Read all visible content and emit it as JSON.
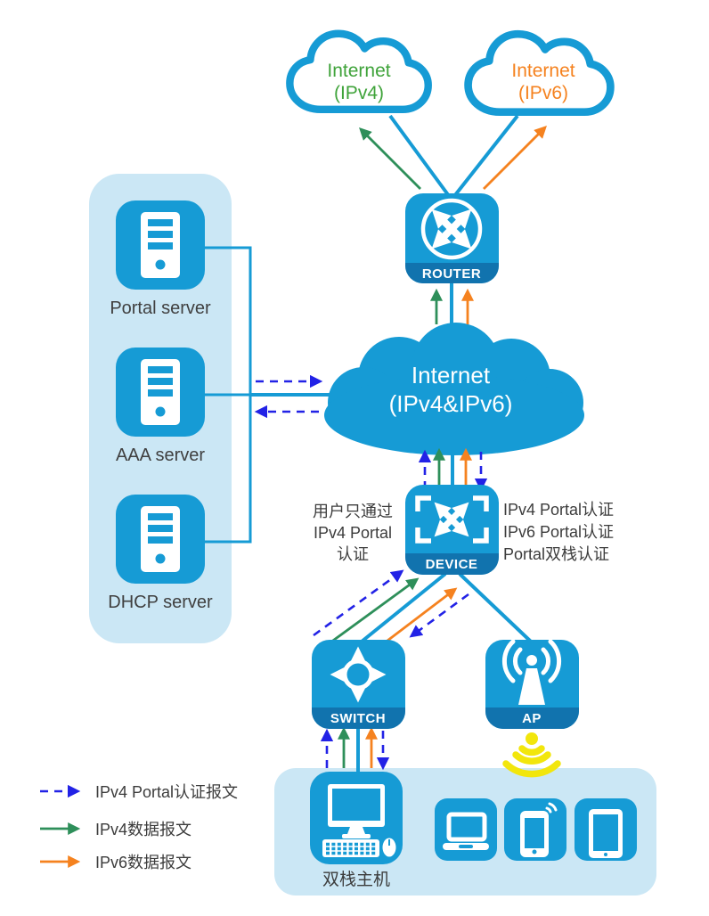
{
  "clouds": {
    "ipv4": {
      "line1": "Internet",
      "line2": "(IPv4)"
    },
    "ipv6": {
      "line1": "Internet",
      "line2": "(IPv6)"
    },
    "dual": {
      "line1": "Internet",
      "line2": "(IPv4&IPv6)"
    }
  },
  "nodes": {
    "router": {
      "label": "ROUTER"
    },
    "device": {
      "label": "DEVICE"
    },
    "switch": {
      "label": "SWITCH"
    },
    "ap": {
      "label": "AP"
    }
  },
  "servers": {
    "portal": {
      "label": "Portal server"
    },
    "aaa": {
      "label": "AAA server"
    },
    "dhcp": {
      "label": "DHCP server"
    }
  },
  "annotations": {
    "left_note": {
      "line1": "用户只通过",
      "line2": "IPv4 Portal",
      "line3": "认证"
    },
    "right_note": {
      "line1": "IPv4 Portal认证",
      "line2": "IPv6 Portal认证",
      "line3": "Portal双栈认证"
    },
    "host_label": "双栈主机"
  },
  "legend": {
    "items": [
      {
        "label": "IPv4 Portal认证报文",
        "style": "dashed",
        "color": "#2222E6"
      },
      {
        "label": "IPv4数据报文",
        "style": "solid",
        "color": "#2E8F5A"
      },
      {
        "label": "IPv6数据报文",
        "style": "solid",
        "color": "#F5821F"
      }
    ]
  },
  "colors": {
    "node_blue": "#169BD5",
    "band_blue": "#1173AE",
    "panel_blue": "#CBE7F5",
    "portal_auth_blue": "#2222E6",
    "ipv4_green": "#2E8F5A",
    "ipv6_orange": "#F5821F",
    "wifi_yellow": "#F2E60C",
    "text_dark": "#3C3C3C"
  }
}
